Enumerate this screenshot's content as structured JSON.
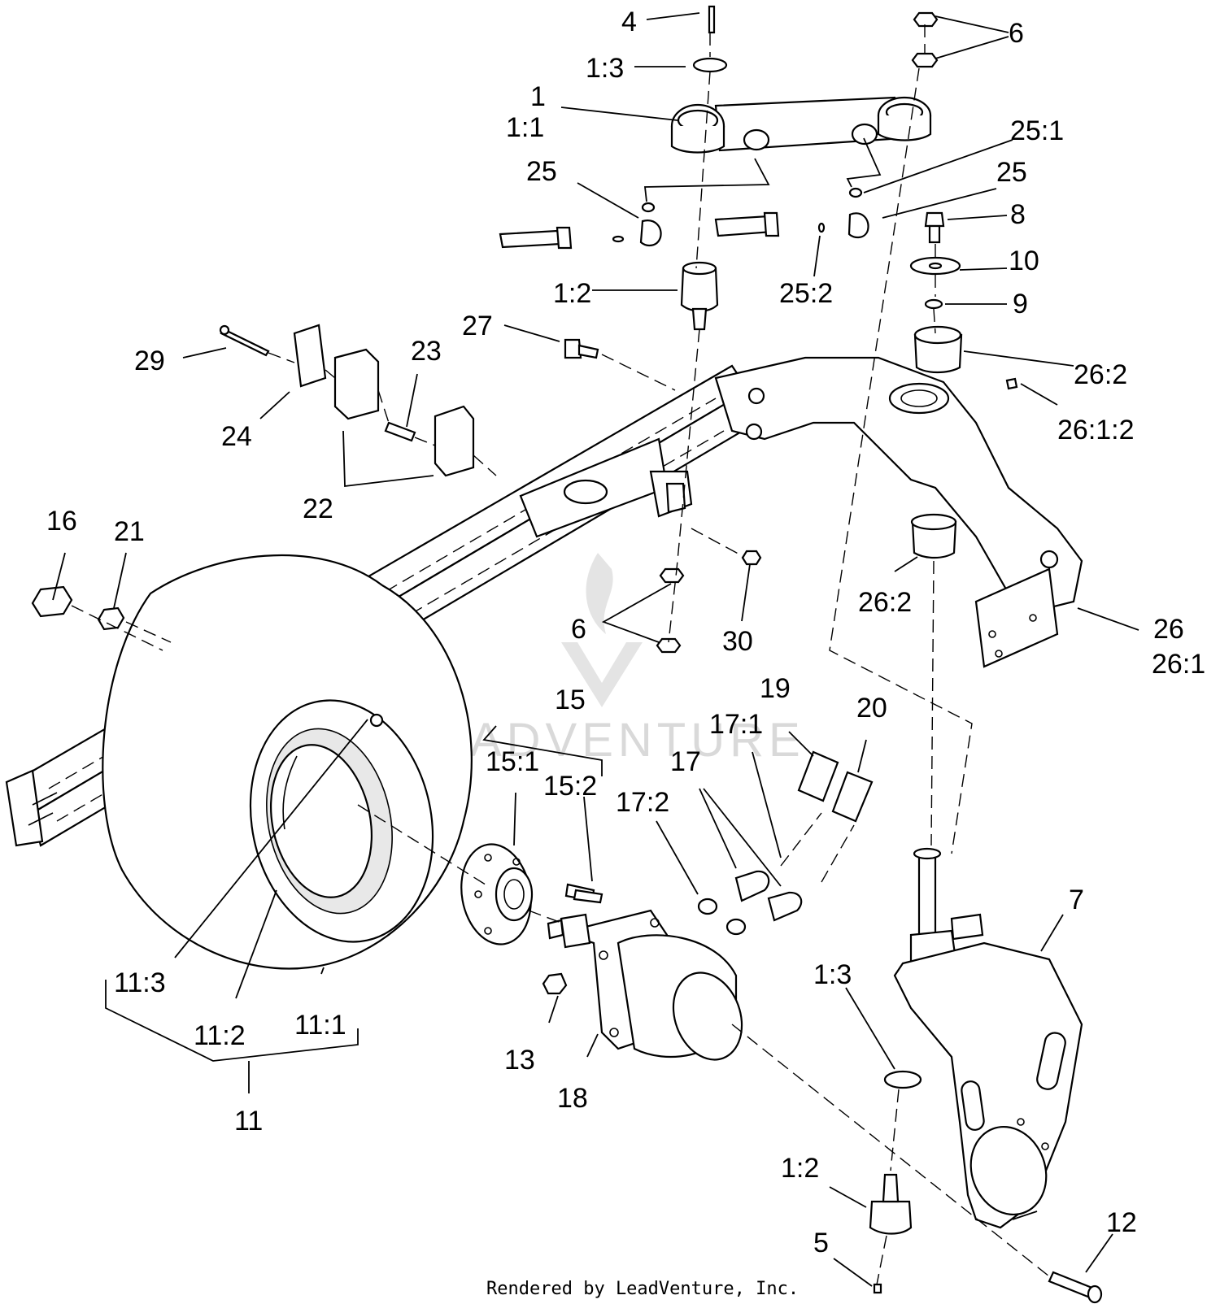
{
  "callouts": {
    "c1": "1",
    "c1_1": "1:1",
    "c1_2a": "1:2",
    "c1_2b": "1:2",
    "c1_3a": "1:3",
    "c1_3b": "1:3",
    "c4": "4",
    "c5": "5",
    "c6a": "6",
    "c6b": "6",
    "c7": "7",
    "c8": "8",
    "c9": "9",
    "c10": "10",
    "c11": "11",
    "c11_1": "11:1",
    "c11_2": "11:2",
    "c11_3": "11:3",
    "c12": "12",
    "c13": "13",
    "c15": "15",
    "c15_1": "15:1",
    "c15_2": "15:2",
    "c16": "16",
    "c17": "17",
    "c17_1": "17:1",
    "c17_2": "17:2",
    "c18": "18",
    "c19": "19",
    "c20": "20",
    "c21": "21",
    "c22": "22",
    "c23": "23",
    "c24": "24",
    "c25a": "25",
    "c25b": "25",
    "c25_1": "25:1",
    "c25_2": "25:2",
    "c26": "26",
    "c26_1": "26:1",
    "c26_1_2": "26:1:2",
    "c26_2a": "26:2",
    "c26_2b": "26:2",
    "c27": "27",
    "c29": "29",
    "c30": "30"
  },
  "watermark": "LEADVENTURE",
  "footer": "Rendered by LeadVenture, Inc."
}
